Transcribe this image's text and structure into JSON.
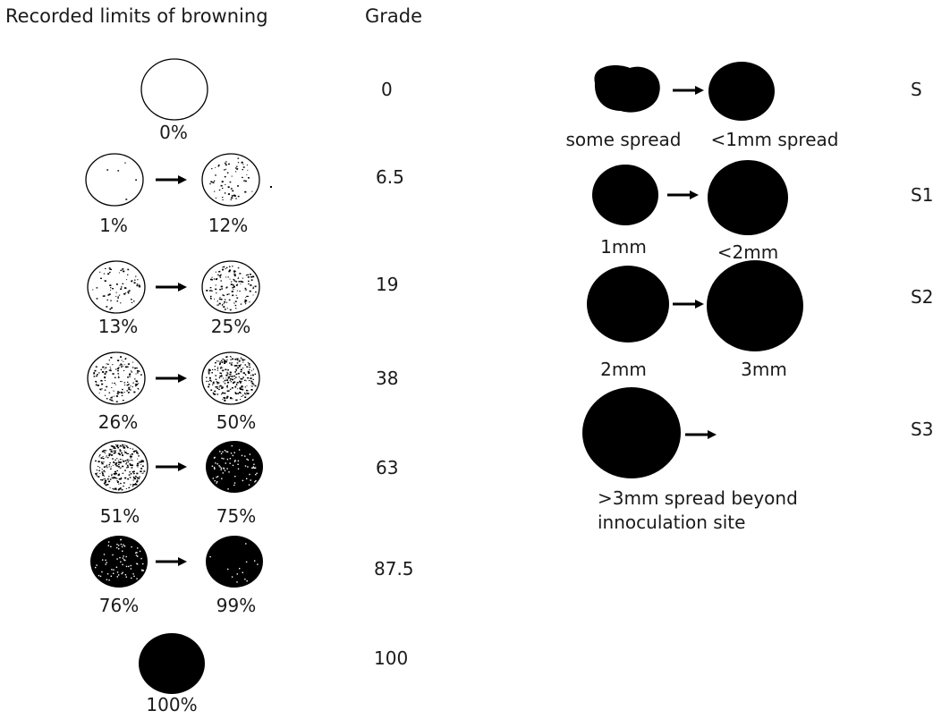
{
  "headers": {
    "limits": "Recorded limits of browning",
    "grade": "Grade"
  },
  "browning_rows": [
    {
      "from": "0%",
      "to": "",
      "grade": "0",
      "from_fill": 0,
      "to_fill": null
    },
    {
      "from": "1%",
      "to": "12%",
      "grade": "6.5",
      "from_fill": 0.01,
      "to_fill": 0.12
    },
    {
      "from": "13%",
      "to": "25%",
      "grade": "19",
      "from_fill": 0.13,
      "to_fill": 0.25
    },
    {
      "from": "26%",
      "to": "50%",
      "grade": "38",
      "from_fill": 0.26,
      "to_fill": 0.5
    },
    {
      "from": "51%",
      "to": "75%",
      "grade": "63",
      "from_fill": 0.51,
      "to_fill": 0.75
    },
    {
      "from": "76%",
      "to": "99%",
      "grade": "87.5",
      "from_fill": 0.76,
      "to_fill": 0.99
    },
    {
      "from": "100%",
      "to": "",
      "grade": "100",
      "from_fill": 1.0,
      "to_fill": null
    }
  ],
  "spread_rows": [
    {
      "grade": "S",
      "left_label": "some spread",
      "right_label": "<1mm spread"
    },
    {
      "grade": "S1",
      "left_label": "1mm",
      "right_label": "<2mm"
    },
    {
      "grade": "S2",
      "left_label": "2mm",
      "right_label": "3mm"
    },
    {
      "grade": "S3",
      "note_line1": ">3mm spread beyond",
      "note_line2": "innoculation site"
    }
  ],
  "colors": {
    "ink": "#000000",
    "paper": "#ffffff"
  }
}
